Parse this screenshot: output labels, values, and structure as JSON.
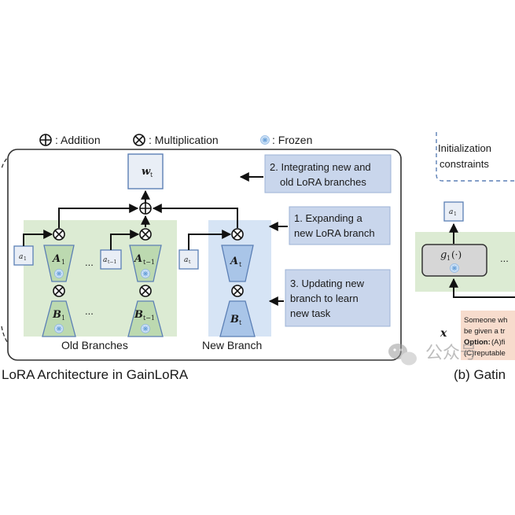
{
  "legend": {
    "addition": ": Addition",
    "multiplication": ": Multiplication",
    "frozen": ": Frozen"
  },
  "main_panel": {
    "weight_label": "w",
    "weight_sub": "t",
    "old_branches_label": "Old Branches",
    "new_branch_label": "New Branch",
    "ellipsis": "...",
    "branches": [
      {
        "gate": "a",
        "gate_sub": "1",
        "A": "A",
        "A_sub": "1",
        "B": "B",
        "B_sub": "1"
      },
      {
        "gate": "a",
        "gate_sub": "t−1",
        "A": "A",
        "A_sub": "t−1",
        "B": "B",
        "B_sub": "t−1"
      },
      {
        "gate": "a",
        "gate_sub": "t",
        "A": "A",
        "A_sub": "t",
        "B": "B",
        "B_sub": "t"
      }
    ],
    "steps": [
      {
        "line1": "2. Integrating new and",
        "line2": "old LoRA branches"
      },
      {
        "line1": "1. Expanding a",
        "line2": "new LoRA branch"
      },
      {
        "line1": "3. Updating new",
        "line2": "branch to learn",
        "line3": "new task"
      }
    ],
    "caption": "LoRA Architecture in GainLoRA"
  },
  "right_panel": {
    "init_line1": "Initialization",
    "init_line2": "constraints",
    "gate_label": "a",
    "gate_sub": "1",
    "g_func": "g",
    "g_sub": "1",
    "g_arg": "(·)",
    "ellipsis": "...",
    "x_label": "x",
    "sample_line1": "Someone wh",
    "sample_line2": "be given a tr",
    "sample_line3a": "Option:",
    "sample_line3b": " (A)fi",
    "sample_line4": "(C)reputable",
    "caption": "(b) Gatin"
  },
  "watermark": "公众号",
  "colors": {
    "green_panel": "#dcebd3",
    "blue_panel": "#d6e4f5",
    "trapezoid_green": "#bcd9b0",
    "trapezoid_blue": "#a9c5e8",
    "step_box": "#c9d6ec",
    "step_border": "#9db3d6",
    "box_border": "#5b7fb5",
    "sample_box": "#f7dccd"
  }
}
